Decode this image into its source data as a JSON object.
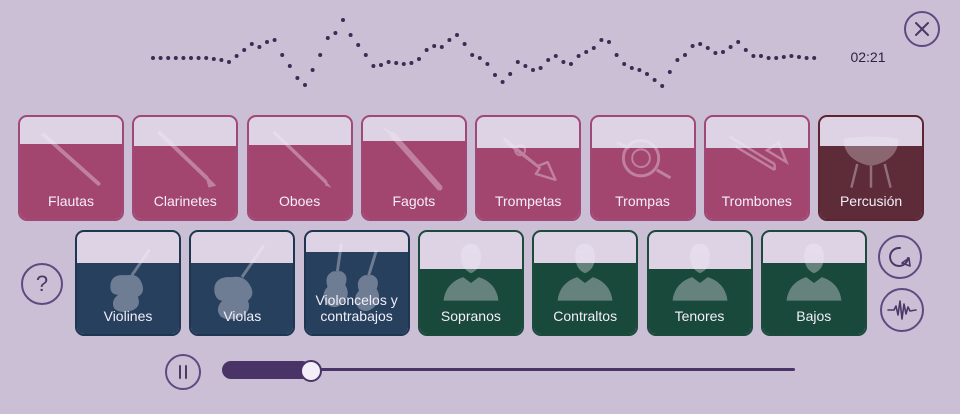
{
  "player": {
    "time": "02:21",
    "help_label": "?",
    "progress_fraction": 0.155
  },
  "colors": {
    "background": "#cbbfd6",
    "winds": "#a3466f",
    "percussion": "#5e2c38",
    "strings": "#27405e",
    "voices": "#19493a"
  },
  "top_row": [
    {
      "label": "Flautas",
      "group": "wind",
      "icon": "flute-icon",
      "level": 0.74
    },
    {
      "label": "Clarinetes",
      "group": "wind",
      "icon": "clarinet-icon",
      "level": 0.72
    },
    {
      "label": "Oboes",
      "group": "wind",
      "icon": "oboe-icon",
      "level": 0.73
    },
    {
      "label": "Fagots",
      "group": "wind",
      "icon": "bassoon-icon",
      "level": 0.76
    },
    {
      "label": "Trompetas",
      "group": "wind",
      "icon": "trumpet-icon",
      "level": 0.7
    },
    {
      "label": "Trompas",
      "group": "wind",
      "icon": "french-horn-icon",
      "level": 0.7
    },
    {
      "label": "Trombones",
      "group": "wind",
      "icon": "trombone-icon",
      "level": 0.7
    },
    {
      "label": "Percusión",
      "group": "perc",
      "icon": "timpani-icon",
      "level": 0.72
    }
  ],
  "bottom_row": [
    {
      "label": "Violines",
      "group": "strings",
      "icon": "violin-icon",
      "level": 0.7
    },
    {
      "label": "Violas",
      "group": "strings",
      "icon": "viola-icon",
      "level": 0.7
    },
    {
      "label": "Violoncelos y contrabajos",
      "group": "strings",
      "icon": "cello-icon",
      "level": 0.8
    },
    {
      "label": "Sopranos",
      "group": "voices",
      "icon": "singer-icon",
      "level": 0.64
    },
    {
      "label": "Contraltos",
      "group": "voices",
      "icon": "singer-icon",
      "level": 0.7
    },
    {
      "label": "Tenores",
      "group": "voices",
      "icon": "singer-icon",
      "level": 0.64
    },
    {
      "label": "Bajos",
      "group": "voices",
      "icon": "singer-icon",
      "level": 0.7
    }
  ]
}
